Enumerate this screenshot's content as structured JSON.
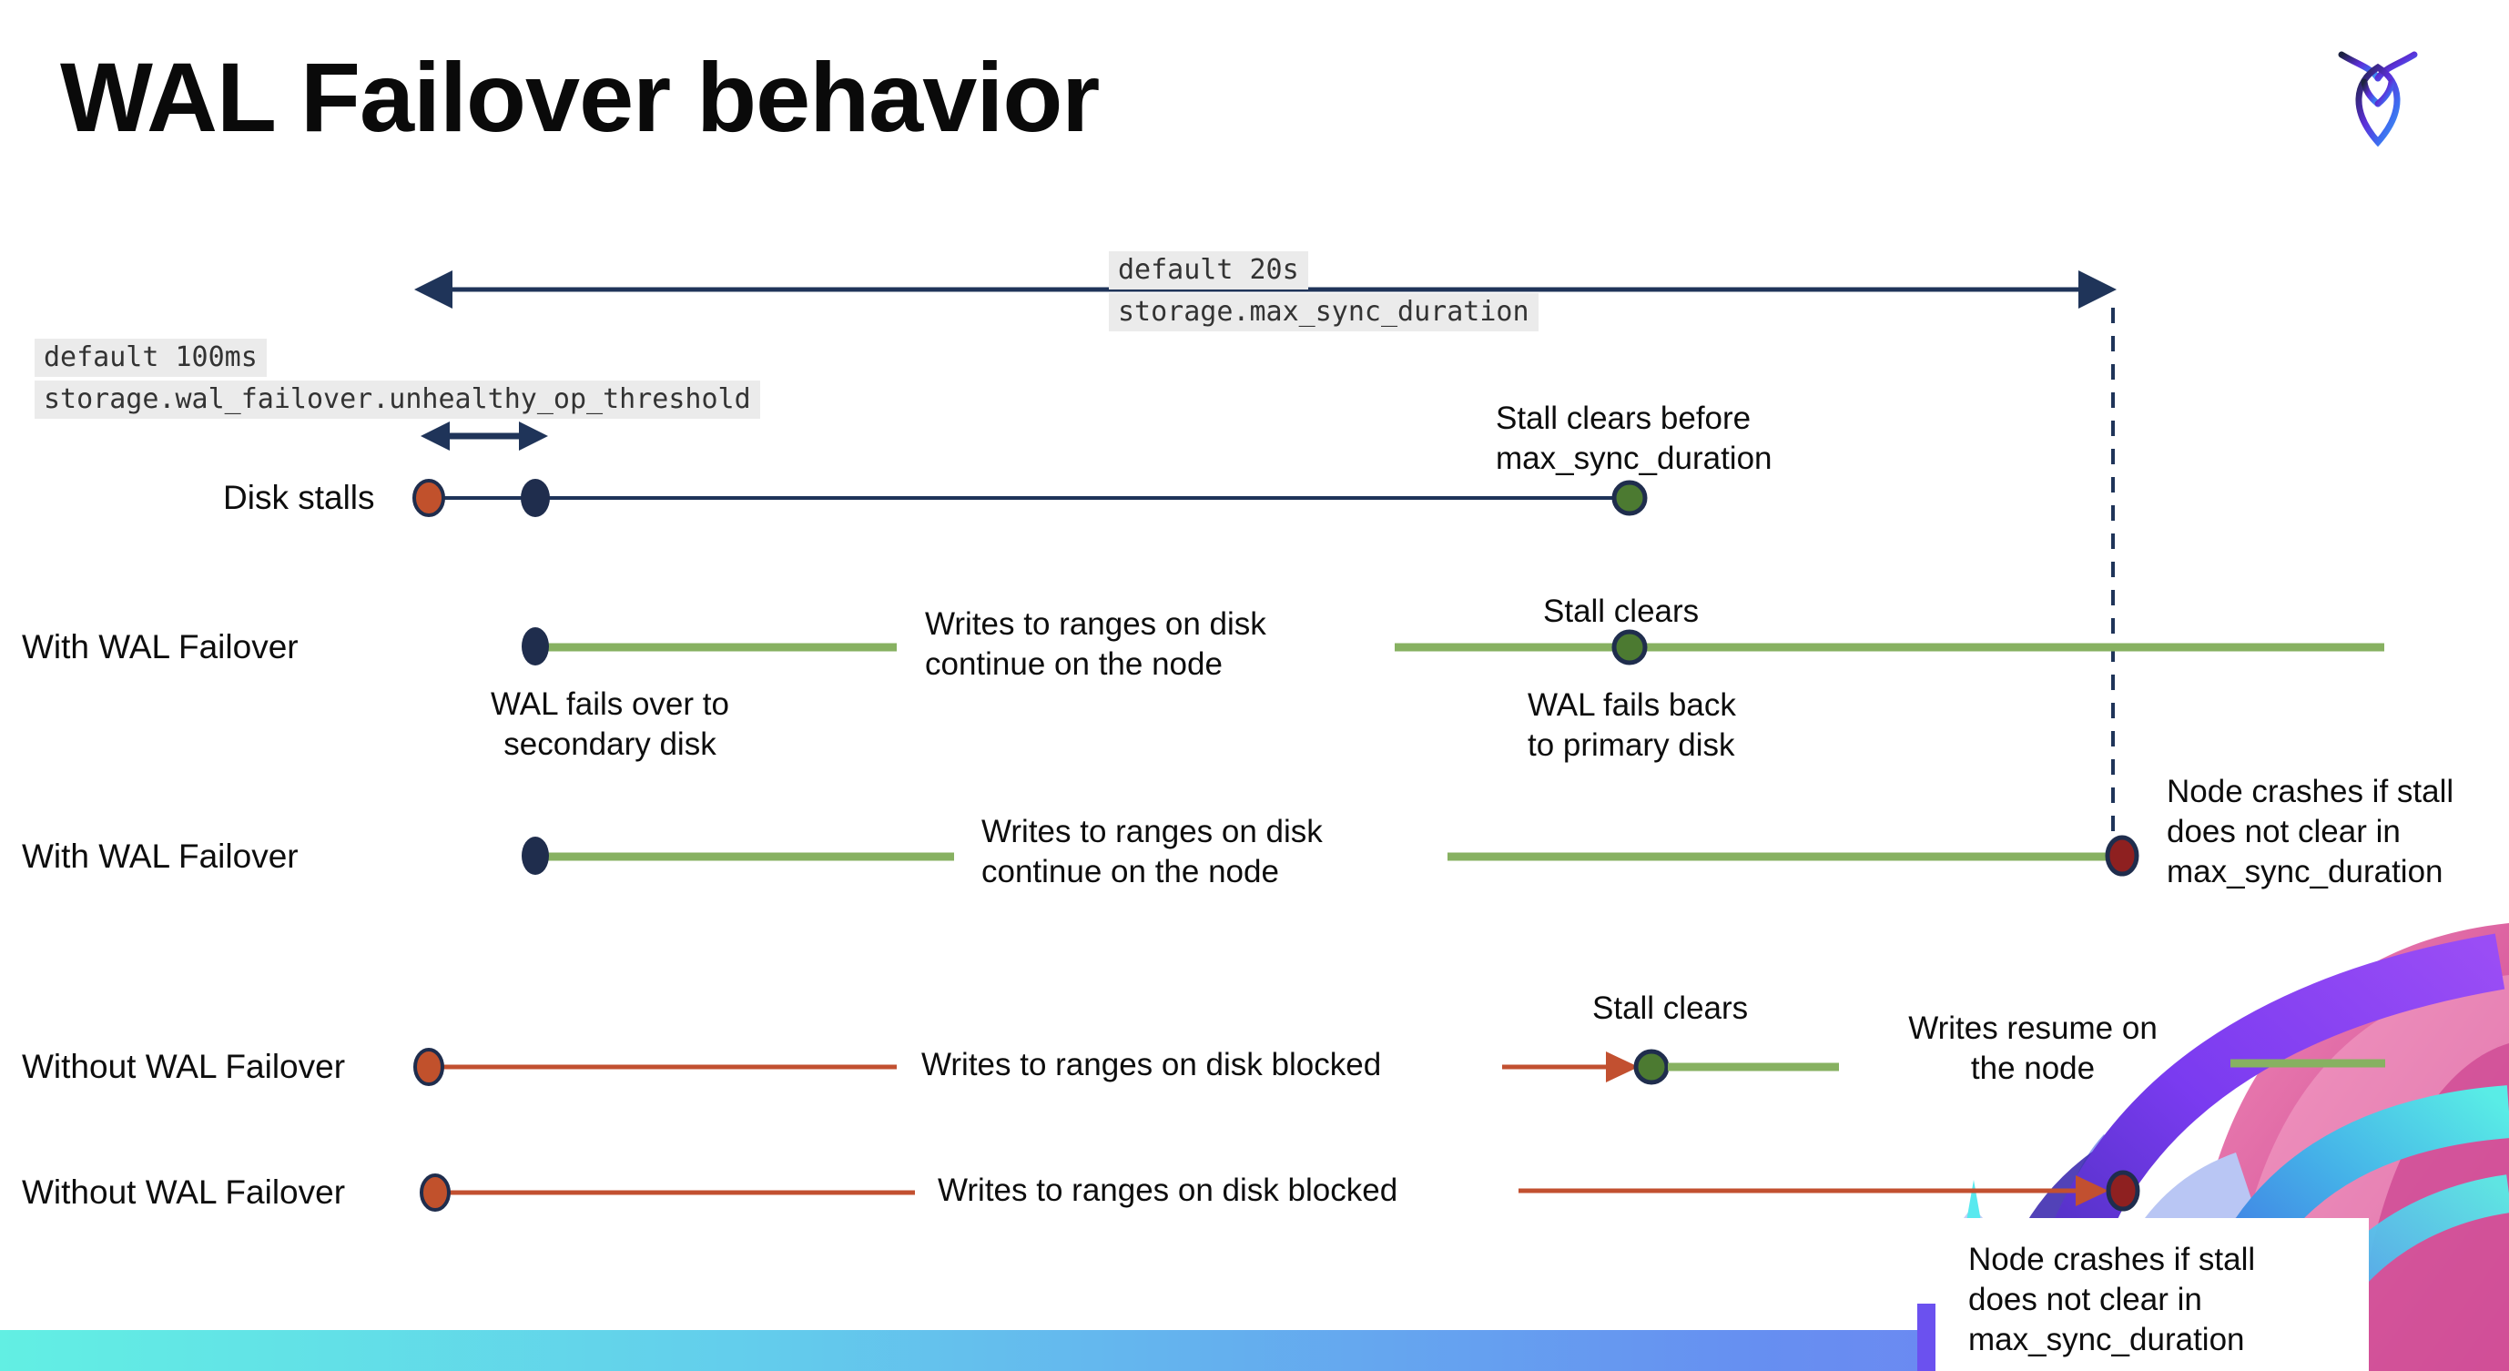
{
  "slide": {
    "title": "WAL Failover behavior"
  },
  "config_labels": {
    "max_sync_default": "default 20s",
    "max_sync_setting": "storage.max_sync_duration",
    "unhealthy_default": "default 100ms",
    "unhealthy_setting": "storage.wal_failover.unhealthy_op_threshold"
  },
  "rows": [
    {
      "label": "Disk stalls"
    },
    {
      "label": "With WAL Failover"
    },
    {
      "label": "With WAL Failover"
    },
    {
      "label": "Without WAL Failover"
    },
    {
      "label": "Without WAL Failover"
    }
  ],
  "annotations": {
    "stall_clears_before": "Stall clears before\nmax_sync_duration",
    "wal_fails_over": "WAL fails over to\nsecondary disk",
    "writes_continue_1": "Writes to ranges on disk\ncontinue on the node",
    "stall_clears_1": "Stall clears",
    "wal_fails_back": "WAL fails  back\nto primary disk",
    "writes_continue_2": "Writes to ranges on disk\ncontinue on the node",
    "node_crashes_1": "Node crashes if stall\ndoes not clear in\nmax_sync_duration",
    "writes_blocked_1": "Writes to ranges on disk  blocked",
    "stall_clears_2": "Stall clears",
    "writes_resume": "Writes resume on\nthe node",
    "writes_blocked_2": "Writes to ranges on disk  blocked",
    "node_crashes_2": "Node crashes if stall\ndoes not clear in\nmax_sync_duration"
  },
  "colors": {
    "navy_line": "#1f3459",
    "navy_dot": "#1f2d4d",
    "red_line": "#c25030",
    "red_dot": "#c1512c",
    "dark_red_dot": "#8e2020",
    "green_line": "#87b161",
    "green_dot": "#4c7a31",
    "chip_bg": "#ebebeb",
    "bar_gradient_left": "#62efe3",
    "bar_gradient_right": "#7b79f3",
    "decor_pink": "#cd3e8d",
    "decor_purple": "#5e2ad8",
    "decor_cyan": "#55dfe8"
  }
}
